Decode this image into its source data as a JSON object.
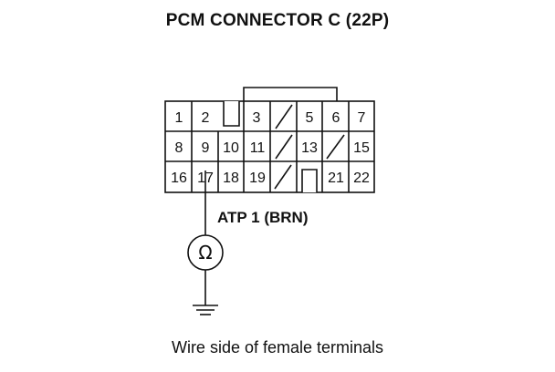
{
  "title": "PCM CONNECTOR C (22P)",
  "pins": {
    "rows": [
      [
        "1",
        "2",
        "",
        "3",
        "/",
        "5",
        "6",
        "7"
      ],
      [
        "8",
        "9",
        "10",
        "11",
        "/",
        "13",
        "/",
        "15"
      ],
      [
        "16",
        "17",
        "18",
        "19",
        "/",
        "",
        "21",
        "22"
      ]
    ]
  },
  "wire_label": "ATP 1 (BRN)",
  "meter_symbol": "Ω",
  "caption": "Wire side of female terminals",
  "colors": {
    "ink": "#111111",
    "background": "#ffffff"
  }
}
